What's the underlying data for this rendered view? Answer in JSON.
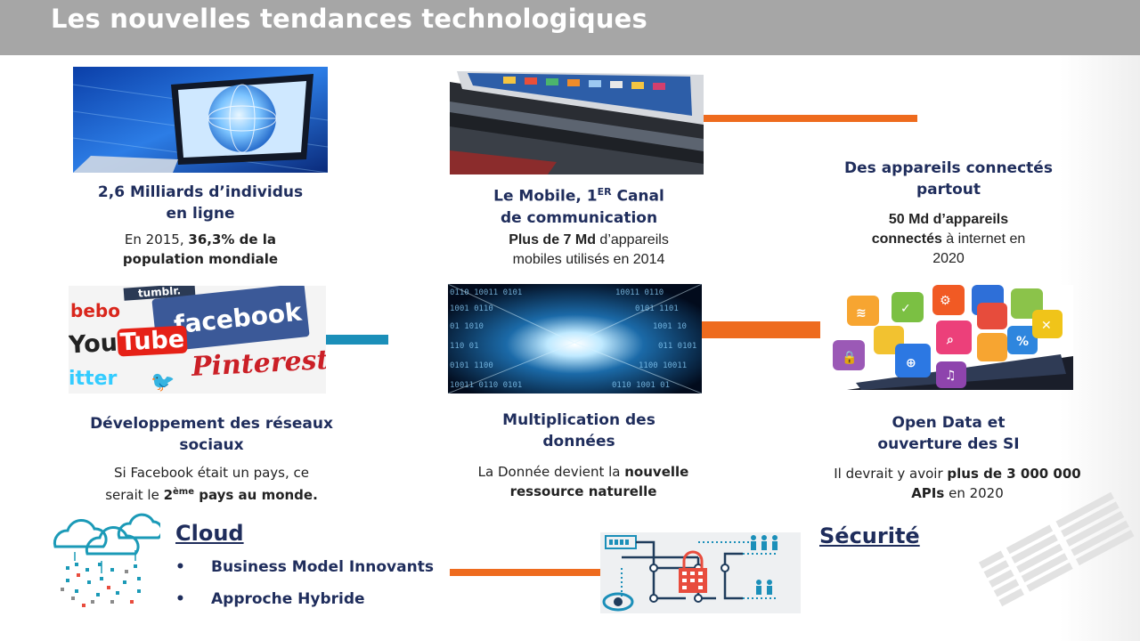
{
  "header": {
    "title": "Les nouvelles tendances technologiques"
  },
  "items": {
    "internet": {
      "title_line1": "2,6 Milliards d’individus",
      "title_line2": "en ligne",
      "desc_prefix": "En 2015, ",
      "desc_bold": "36,3% de la",
      "desc_line2": "population mondiale"
    },
    "mobile": {
      "title_line1_a": "Le Mobile, 1",
      "title_line1_sup": "ER",
      "title_line1_b": " Canal",
      "title_line2": "de communication",
      "desc_bold": "Plus de 7 Md",
      "desc_line1": " d’appareils",
      "desc_line2": "mobiles utilisés en 2014"
    },
    "devices": {
      "title_line1": "Des appareils connectés",
      "title_line2": "partout",
      "desc_bold1": "50 Md d’appareils",
      "desc_bold2": "connectés",
      "desc_line2": " à internet en",
      "desc_line3": "2020"
    },
    "social": {
      "title_line1": "Développement des réseaux",
      "title_line2": "sociaux",
      "desc_line1": "Si Facebook était un pays, ce",
      "desc_line2_a": "serait le ",
      "desc_line2_b": "2",
      "desc_line2_sup": "ème",
      "desc_line2_c": " pays au monde."
    },
    "data": {
      "title_line1": "Multiplication des",
      "title_line2": "données",
      "desc_line1_a": "La Donnée devient la ",
      "desc_line1_b": "nouvelle",
      "desc_line2": "ressource naturelle"
    },
    "opendata": {
      "title_line1": "Open Data et",
      "title_line2": "ouverture des SI",
      "desc_line1_a": "Il devrait y avoir ",
      "desc_line1_b": "plus de 3 000 000",
      "desc_line2_a": "APIs",
      "desc_line2_b": " en 2020"
    }
  },
  "social_logos": {
    "facebook": "facebook",
    "youtube_a": "You",
    "youtube_b": "Tube",
    "pinterest": "Pinterest",
    "tumblr": "tumblr.",
    "bebo": "bebo",
    "twitter": "itter"
  },
  "cloud": {
    "title": "Cloud",
    "bullets": [
      "Business Model Innovants",
      "Approche Hybride"
    ],
    "bullet_char": "•"
  },
  "security": {
    "title": "Sécurité"
  },
  "colors": {
    "header_bg": "#a6a6a6",
    "title_navy": "#1f2d5c",
    "accent_orange": "#ee6b1e",
    "accent_blue": "#1b8fb9"
  }
}
